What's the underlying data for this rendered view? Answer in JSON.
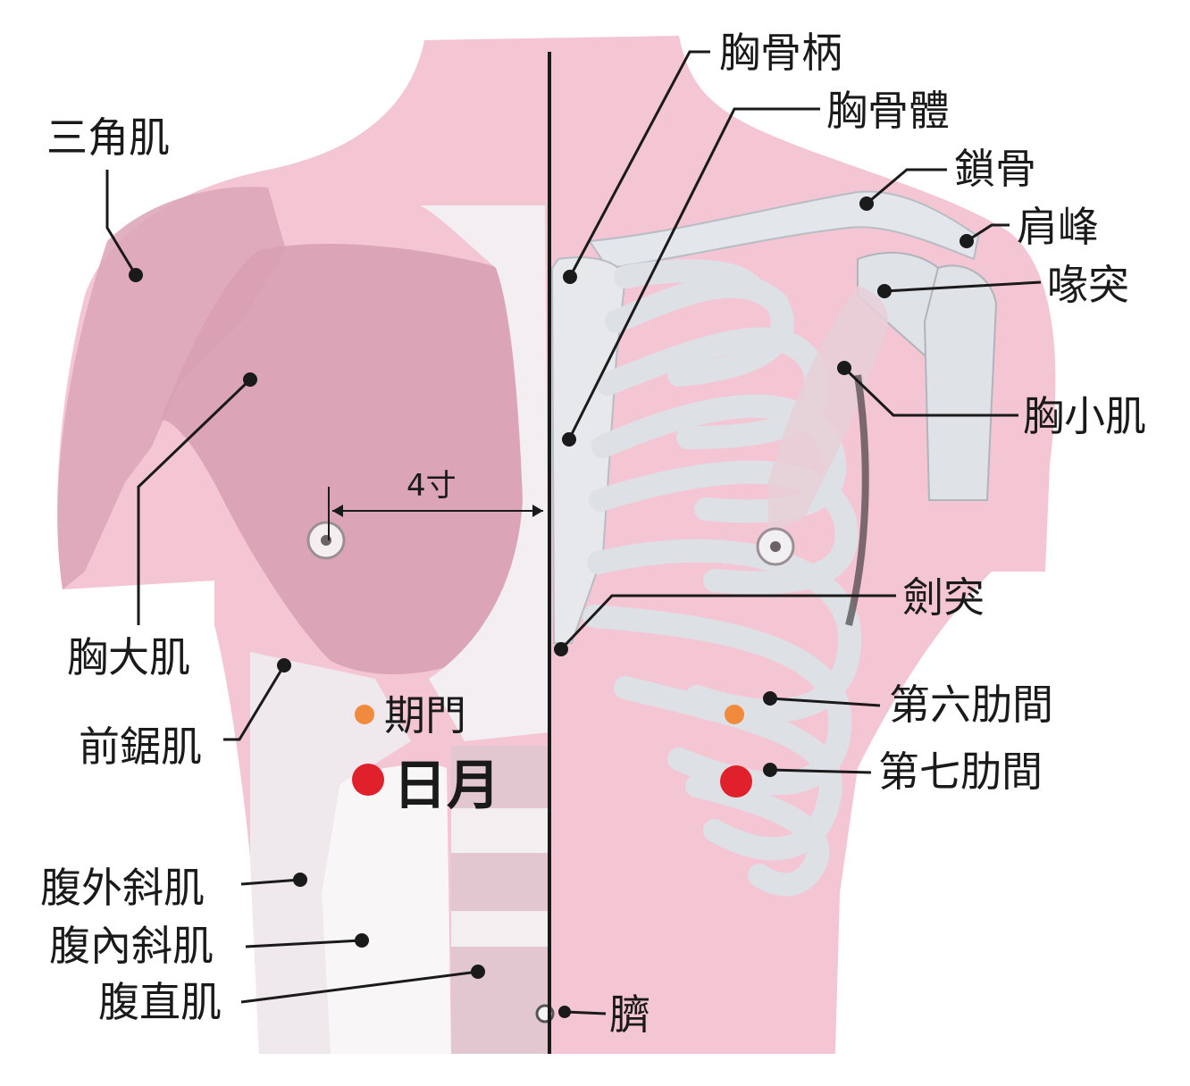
{
  "labels": {
    "deltoid": "三角肌",
    "pectoralis_major": "胸大肌",
    "serratus_anterior": "前鋸肌",
    "external_oblique": "腹外斜肌",
    "internal_oblique": "腹內斜肌",
    "rectus_abdominis": "腹直肌",
    "manubrium": "胸骨柄",
    "sternum_body": "胸骨體",
    "clavicle": "鎖骨",
    "acromion": "肩峰",
    "coracoid": "喙突",
    "pectoralis_minor": "胸小肌",
    "xiphoid": "劍突",
    "sixth_intercostal": "第六肋間",
    "seventh_intercostal": "第七肋間",
    "navel": "臍"
  },
  "measure": {
    "distance": "4寸"
  },
  "points": {
    "qimen": "期門",
    "riyue": "日月"
  },
  "colors": {
    "qimen_marker": "#f08a3c",
    "riyue_marker": "#e0202a",
    "skin_pink": "#f4c6d4",
    "bone": "#e8eaee"
  }
}
